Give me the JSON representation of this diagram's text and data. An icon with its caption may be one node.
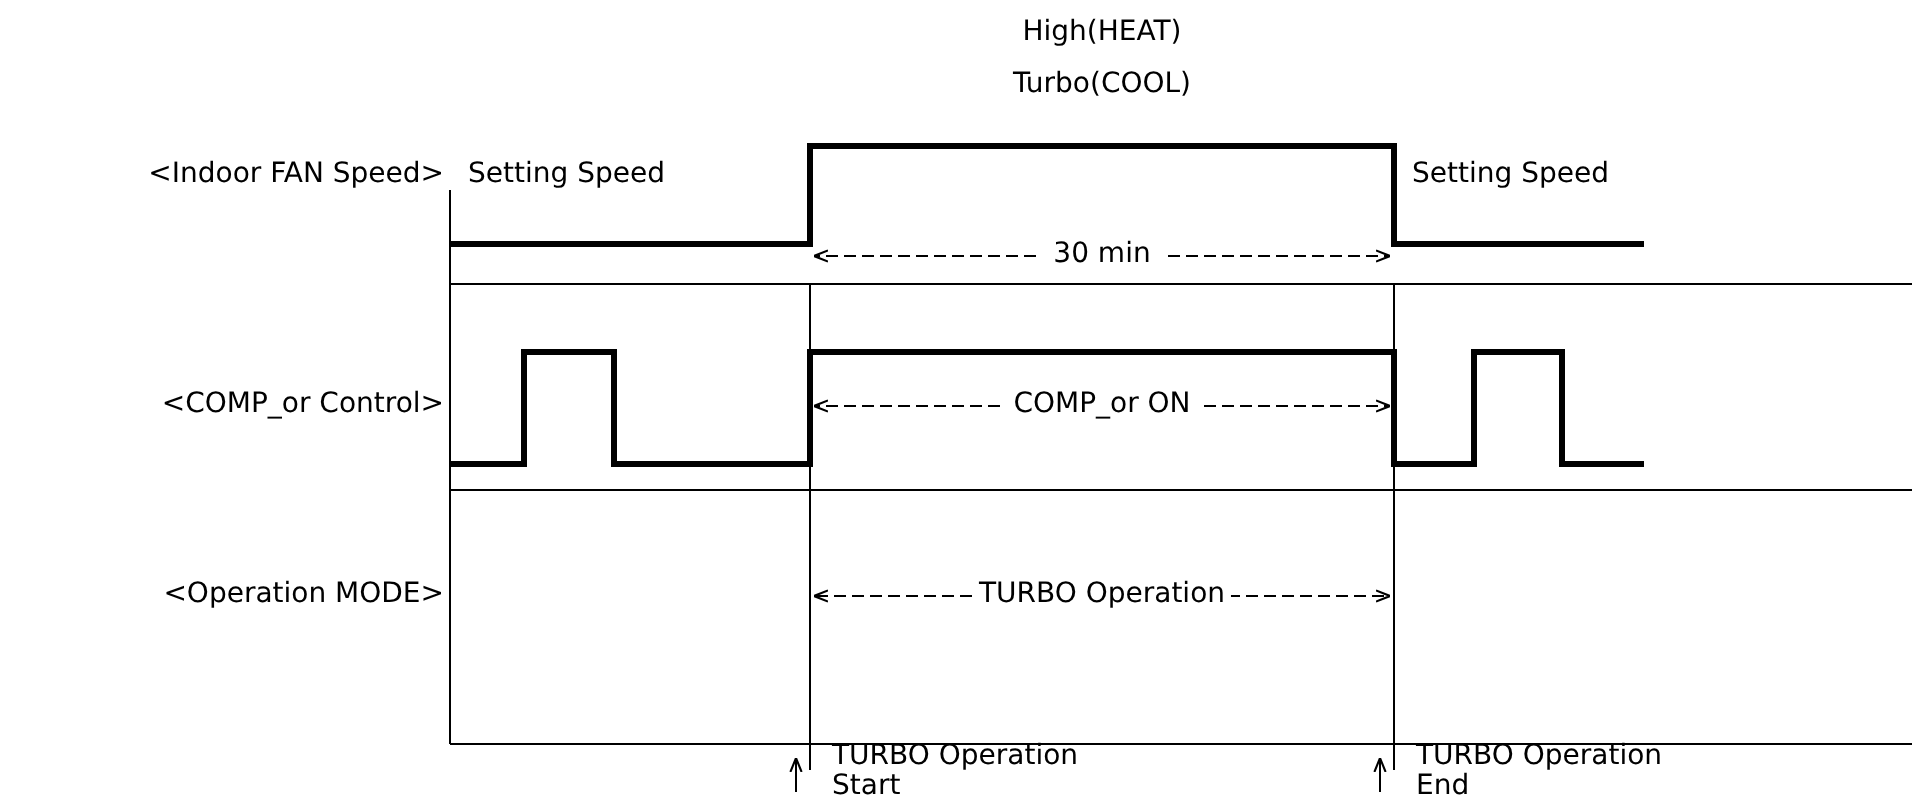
{
  "diagram": {
    "labels": [
      "High(HEAT)",
      "Turbo(COOL)",
      "<Indoor FAN Speed>",
      "Setting Speed",
      "Setting Speed",
      "30 min",
      "<COMP_or Control>",
      "COMP_or ON",
      "<Operation MODE>",
      "TURBO Operation",
      "TURBO Operation Start",
      "TURBO Operation End"
    ]
  }
}
